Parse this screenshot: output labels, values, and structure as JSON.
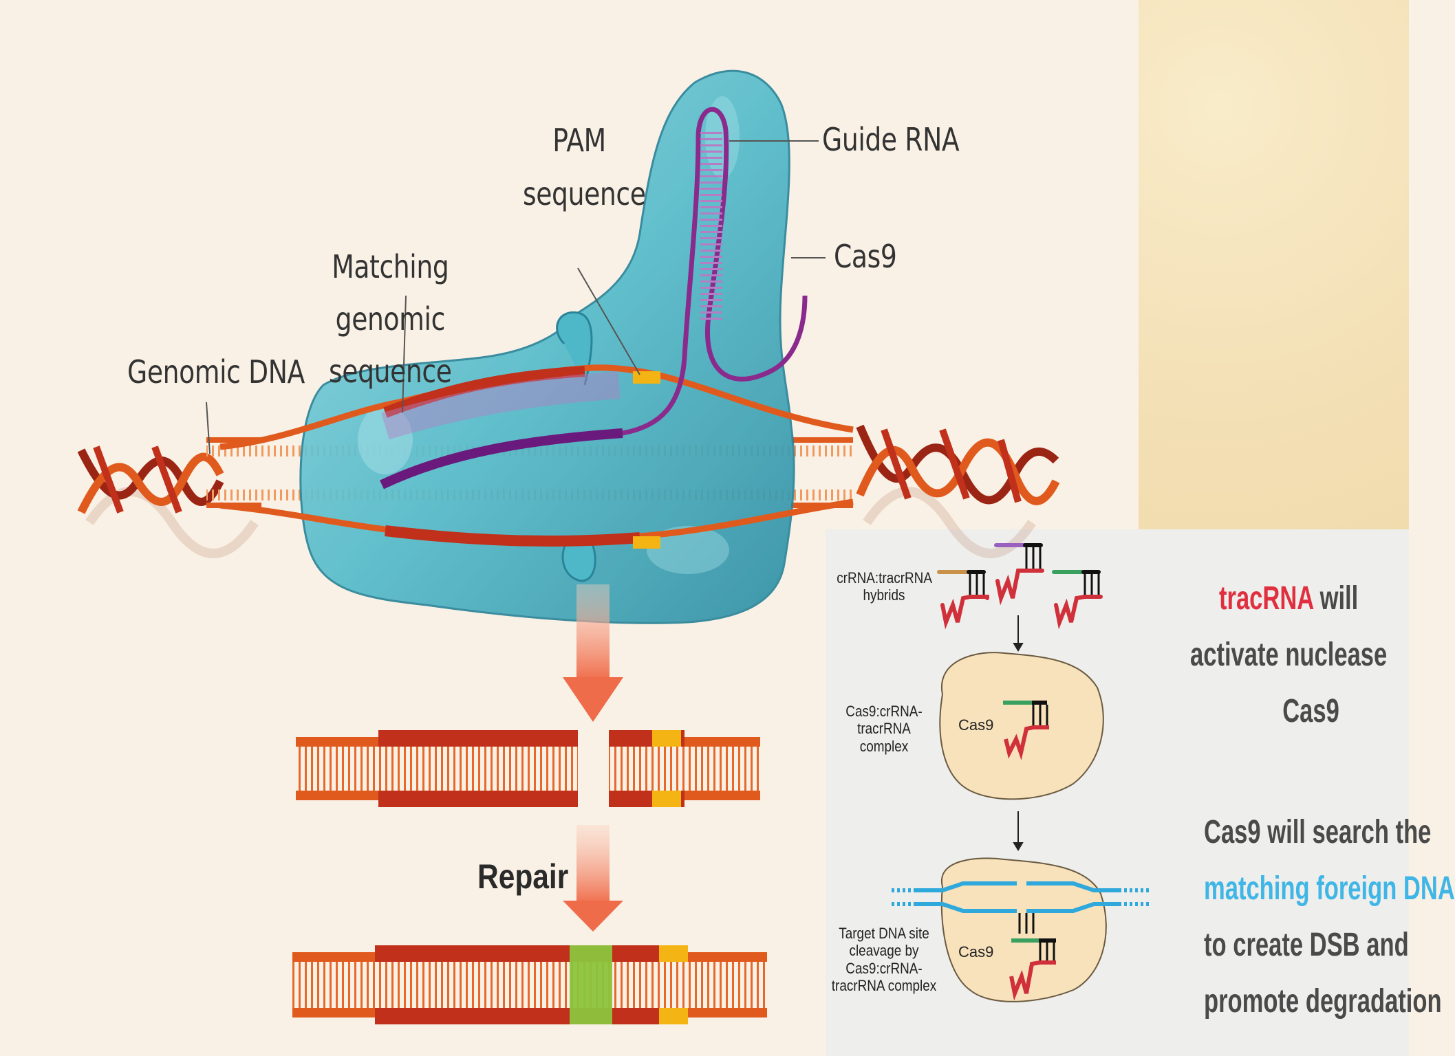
{
  "main_diagram": {
    "labels": {
      "pam": "PAM\nsequence",
      "guide_rna": "Guide RNA",
      "cas9": "Cas9",
      "matching": "Matching genomic\nsequence",
      "genomic_dna": "Genomic DNA",
      "repair": "Repair"
    }
  },
  "inset": {
    "hybrids_label": "crRNA:tracrRNA\nhybrids",
    "complex_label": "Cas9:crRNA-\ntracrRNA\ncomplex",
    "target_label": "Target DNA site\ncleavage by\nCas9:crRNA-\ntracrRNA complex",
    "cas9_top": "Cas9",
    "cas9_bottom": "Cas9"
  },
  "notes": {
    "note1_red": "tracRNA",
    "note1_rest_line1": " will",
    "note1_line2": "activate nuclease",
    "note1_line3": "Cas9",
    "note2_line1": "Cas9 will search the",
    "note2_line2_blue": "matching foreign DNA",
    "note2_line3": "to create DSB and",
    "note2_line4": "promote degradation"
  },
  "colors": {
    "cas9_body": "#4fb8c8",
    "dna_outer": "#e05a1e",
    "dna_inner": "#c0301a",
    "guide_rna": "#8a2a8c",
    "pam": "#f4b414",
    "repair_patch": "#8cc43c",
    "arrow": "#f07a5a",
    "inset_dna": "#2fa8dc",
    "trna": "#d0303a"
  }
}
